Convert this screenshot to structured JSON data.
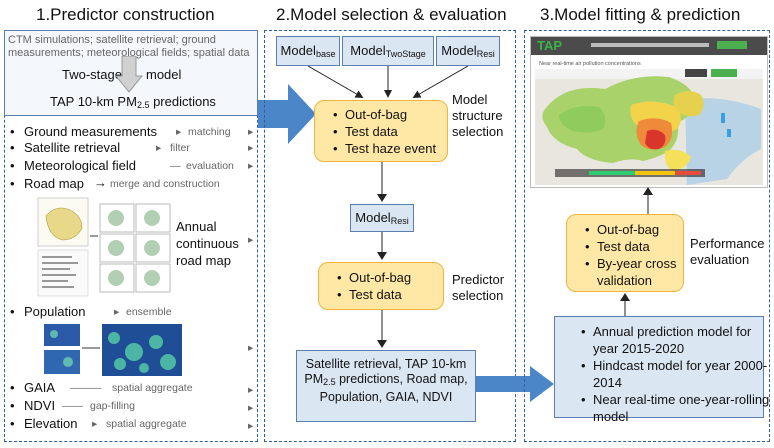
{
  "titles": {
    "s1": "1.Predictor construction",
    "s2": "2.Model selection & evaluation",
    "s3": "3.Model fitting & prediction"
  },
  "panel1": {
    "top_text": "CTM simulations; satellite retrieval; ground measurements; meteorological fields; spatial data",
    "two_stage": "Two-stage",
    "model_word": "model",
    "tap_pred": "TAP 10-km PM",
    "tap_sub": "2.5",
    "tap_suffix": " predictions",
    "items": [
      {
        "label": "Ground measurements",
        "action": "matching"
      },
      {
        "label": "Satellite retrieval",
        "action": "filter"
      },
      {
        "label": "Meteorological field",
        "action": "evaluation"
      },
      {
        "label": "Road map",
        "action": "merge and construction"
      }
    ],
    "road_map_caption": "Annual continuous road map",
    "population": {
      "label": "Population",
      "action": "ensemble"
    },
    "bottom_items": [
      {
        "label": "GAIA",
        "action": "spatial aggregate"
      },
      {
        "label": "NDVI",
        "action": "gap-filling"
      },
      {
        "label": "Elevation",
        "action": "spatial aggregate"
      }
    ]
  },
  "panel2": {
    "models": [
      {
        "base": "Model",
        "sub": "base"
      },
      {
        "base": "Model",
        "sub": "TwoStage"
      },
      {
        "base": "Model",
        "sub": "Resi"
      }
    ],
    "structure_items": [
      "Out-of-bag",
      "Test data",
      "Test haze event"
    ],
    "structure_label": "Model structure selection",
    "selected_model": {
      "base": "Model",
      "sub": "Resi"
    },
    "predictor_items": [
      "Out-of-bag",
      "Test data"
    ],
    "predictor_label": "Predictor selection",
    "final_predictors_a": "Satellite retrieval, TAP 10-km PM",
    "final_predictors_sub": "2.5",
    "final_predictors_b": " predictions, Road map, Population, GAIA, NDVI"
  },
  "panel3": {
    "map_brand": "TAP",
    "map_heading": "Near real-time air pollution concentrations",
    "perf_items": [
      "Out-of-bag",
      "Test data",
      "By-year cross validation"
    ],
    "perf_label": "Performance evaluation",
    "outputs": [
      "Annual prediction model for year 2015-2020",
      "Hindcast model for year 2000-2014",
      "Near real-time one-year-rolling model"
    ]
  },
  "colors": {
    "dashed_border": "#2f5f9e",
    "blue_box": "#dbe6f3",
    "yellow_box": "#ffe8a6",
    "yellow_border": "#f0b43c",
    "big_arrow": "#4a86c8"
  }
}
